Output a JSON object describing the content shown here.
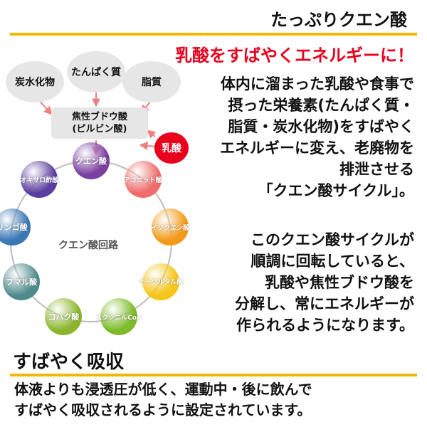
{
  "header": {
    "title": "たっぷりクエン酸",
    "subtitle": "乳酸をすばやくエネルギーに！"
  },
  "diagram": {
    "sources": [
      "炭水化物",
      "たんぱく質",
      "脂質"
    ],
    "pyruvate": [
      "焦性ブドウ酸",
      "(ピルビン酸)"
    ],
    "lactic_acid": "乳酸",
    "cycle_label": "クエン酸回路",
    "nodes": [
      {
        "label": "クエン酸",
        "color": "#7b3fa0"
      },
      {
        "label": "アコニット酸",
        "color": "#f06b6b"
      },
      {
        "label": "イソクエン酸",
        "color": "#f39a1a"
      },
      {
        "label": "ケトグルタル酸",
        "color": "#f5c518"
      },
      {
        "label": "スクシニルCoA",
        "color": "#7dbb2a"
      },
      {
        "label": "コハク酸",
        "color": "#8bb52c"
      },
      {
        "label": "フマル酸",
        "color": "#4f8a8b"
      },
      {
        "label": "リンゴ酸",
        "color": "#3a78b5"
      },
      {
        "label": "オキサロ酢酸",
        "color": "#5a3fa0"
      }
    ],
    "colors": {
      "arrow": "#f07f7f",
      "ring": "#bdbdbd",
      "lactic": "#e8001c"
    }
  },
  "text": {
    "paragraph1": [
      "体内に溜まった乳酸や食事で",
      "摂った栄養素(たんぱく質・",
      "脂質・炭水化物)をすばやく",
      "エネルギーに変え、老廃物を",
      "排泄させる",
      "「クエン酸サイクル」。"
    ],
    "paragraph2": [
      "このクエン酸サイクルが",
      "順調に回転していると、",
      "乳酸や焦性ブドウ酸を",
      "分解し、常にエネルギーが",
      "作られるようになります。"
    ]
  },
  "section": {
    "title": "すばやく吸収",
    "body": [
      "体液よりも浸透圧が低く、運動中・後に飲んで",
      "すばやく吸収されるように設定されています。"
    ]
  }
}
